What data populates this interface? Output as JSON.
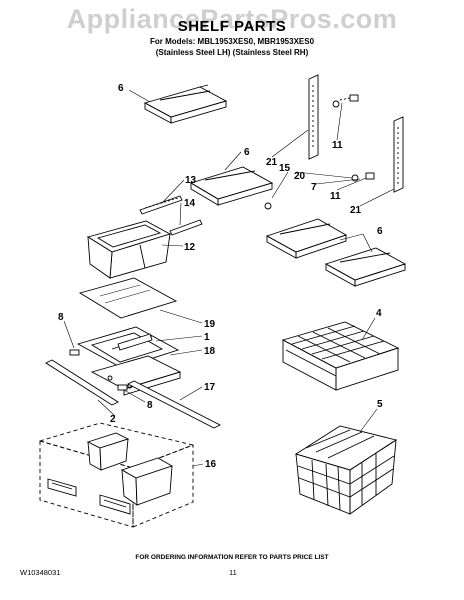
{
  "watermark": "AppliancePartsPros.com",
  "title": "SHELF PARTS",
  "models": "For Models: MBL1953XES0, MBR1953XES0",
  "variants": "(Stainless Steel LH) (Stainless Steel RH)",
  "footer_note": "FOR ORDERING INFORMATION REFER TO PARTS PRICE LIST",
  "document_number": "W10348031",
  "page_number": "11",
  "callouts": {
    "c6a": "6",
    "c6b": "6",
    "c6c": "6",
    "c21a": "21",
    "c21b": "21",
    "c11a": "11",
    "c11b": "11",
    "c15": "15",
    "c20": "20",
    "c7": "7",
    "c13": "13",
    "c14": "14",
    "c12": "12",
    "c19": "19",
    "c1": "1",
    "c18": "18",
    "c8a": "8",
    "c8b": "8",
    "c17": "17",
    "c2": "2",
    "c4": "4",
    "c5": "5",
    "c16": "16"
  }
}
